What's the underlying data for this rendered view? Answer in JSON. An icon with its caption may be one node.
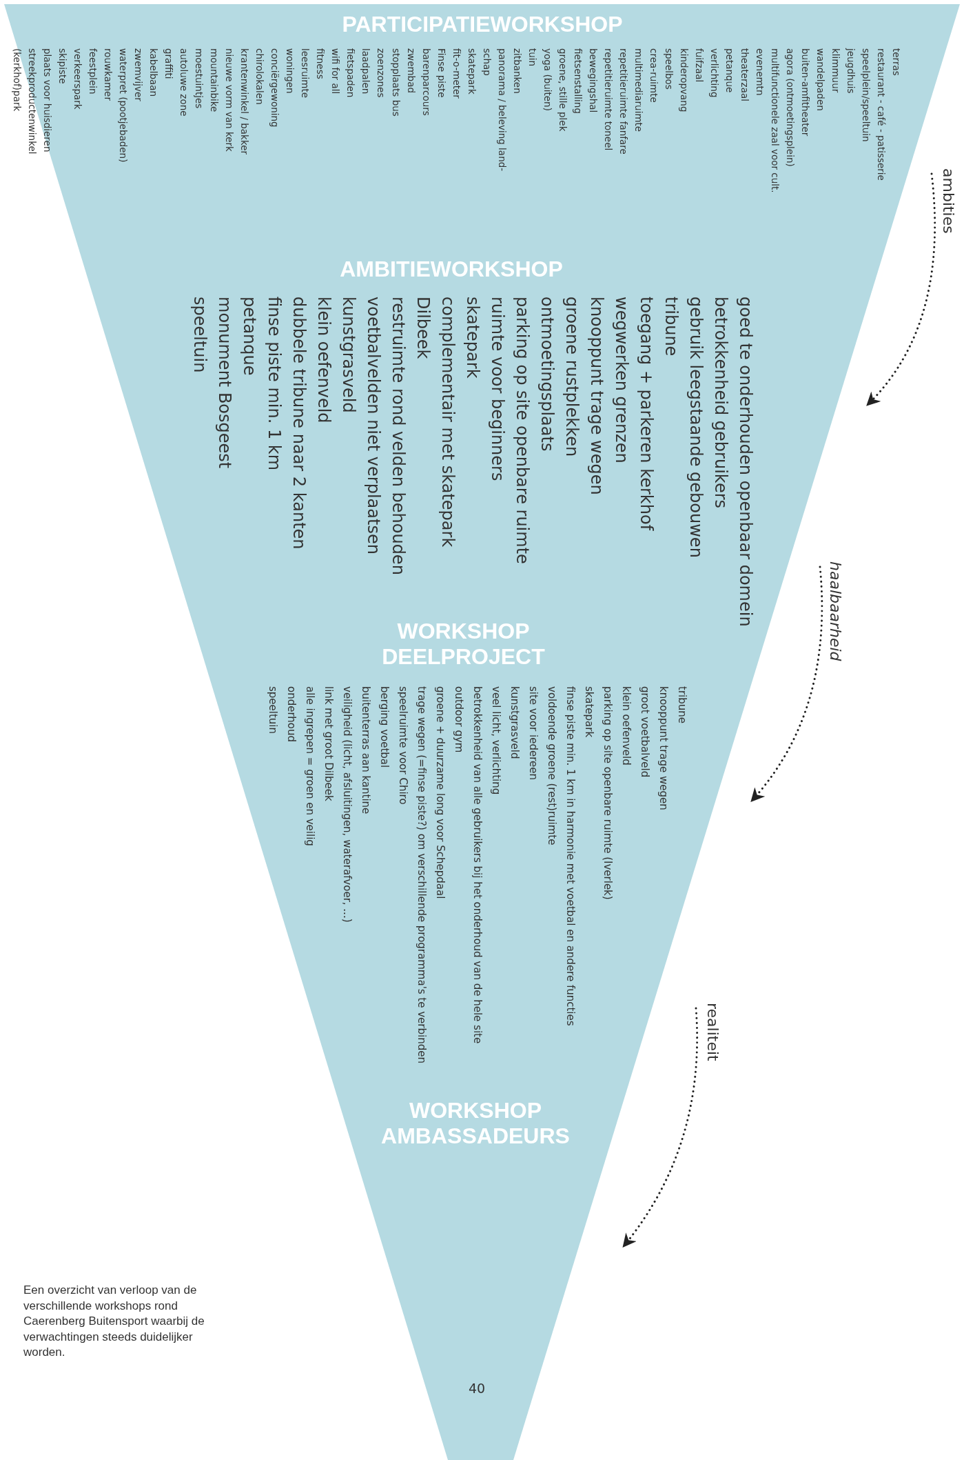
{
  "diagram": {
    "caption": "Een overzicht van verloop van de verschillende workshops rond Caerenberg Buitensport waarbij de verwachtingen steeds duidelijker worden.",
    "nodes": [
      {
        "text": [],
        "shape": "triangle"
      },
      {
        "in": 0,
        "text": [
          "PARTICIPATIEWORKSHOP",
          "terras",
          "restaurant - café - patisserie",
          "speelplein/speeltuin",
          "jeugdhuis",
          "klimmuur",
          "wandelpaden",
          "buiten-amfitheater",
          "agora (ontmoetingsplein)",
          "multifunctionele zaal voor cult. evenemtn",
          "theaterzaal",
          "petanque",
          "verlichting",
          "fuifzaal",
          "kinderopvang",
          "speelbos",
          "crea-ruimte",
          "multimediaruimte",
          "repetitieruimte fanfare",
          "repetitieruimte toneel",
          "bewegingshal",
          "fietsenstalling",
          "groene, stille plek",
          "yoga (buiten)",
          "tuin",
          "zitbanken",
          "panorama / beleving land- schap",
          "skatepark",
          "fit-o-meter",
          "Finse piste",
          "barenparcours",
          "zwembad",
          "stopplaats bus",
          "zoenzones",
          "laadpalen",
          "fietspaden",
          "wifi for all",
          "fitness",
          "leesruimte",
          "woningen",
          "conciërgewoning",
          "chirolokalen",
          "krantenwinkel / bakker",
          "nieuwe vorm van kerk",
          "mountainbike",
          "moestuintjes",
          "autoluwe zone",
          "graffiti",
          "kabelbaan",
          "zwemvijver",
          "waterpret (pootjebaden)",
          "rouwkamer",
          "feestplein",
          "verkeerspark",
          "skipiste",
          "plaats voor huisdieren",
          "streekproductenwinkel",
          "(kerkhof)park"
        ]
      },
      {
        "in": 0,
        "text": [
          "AMBITIEWORKSHOP",
          "goed te onderhouden openbaar domein",
          "betrokkenheid gebruikers",
          "gebruik leegstaande gebouwen",
          "tribune",
          "toegang + parkeren kerkhof",
          "wegwerken grenzen",
          "knooppunt trage wegen",
          "groene rustplekken",
          "ontmoetingsplaats",
          "parking op site openbare ruimte",
          "ruimte voor beginners",
          "skatepark",
          "complementair met skatepark",
          "Dilbeek",
          "restruimte rond velden behouden",
          "voetbalvelden niet verplaatsen",
          "kunstgrasveld",
          "klein oefenveld",
          "dubbele tribune naar 2 kanten",
          "finse piste min. 1 km",
          "petanque",
          "monument Bosgeest",
          "speeltuin"
        ]
      },
      {
        "in": 0,
        "text": [
          "WORKSHOP DEELPROJECT",
          "tribune",
          "knooppunt trage wegen",
          "groot voetbalveld",
          "klein oefenveld",
          "parking op site openbare ruimte (Iverlek)",
          "skatepark",
          "finse piste min. 1 km in harmonie met voetbal en andere functies",
          "voldoende groene (rest)ruimte",
          "site voor iedereen",
          "kunstgrasveld",
          "veel licht, verlichting",
          "betrokkenheid van alle gebruikers bij het onderhoud van de hele site",
          "outdoor gym",
          "groene + duurzame long voor Schepdaal",
          "trage wegen (=finse piste?) om verschillende programma's te verbinden",
          "speelruimte voor Chiro",
          "berging voetbal",
          "buitenterras aan kantine",
          "veiligheid (licht, afsluitingen, waterafvoer, ...)",
          "link met groot Dilbeek",
          "alle ingrepen = groen en veilig",
          "onderhoud",
          "speeltuin"
        ]
      },
      {
        "in": 0,
        "text": [
          "WORKSHOP AMBASSADEURS"
        ]
      }
    ],
    "labels": [
      "ambities",
      "haalbaarheid",
      "realiteit",
      "40"
    ]
  }
}
